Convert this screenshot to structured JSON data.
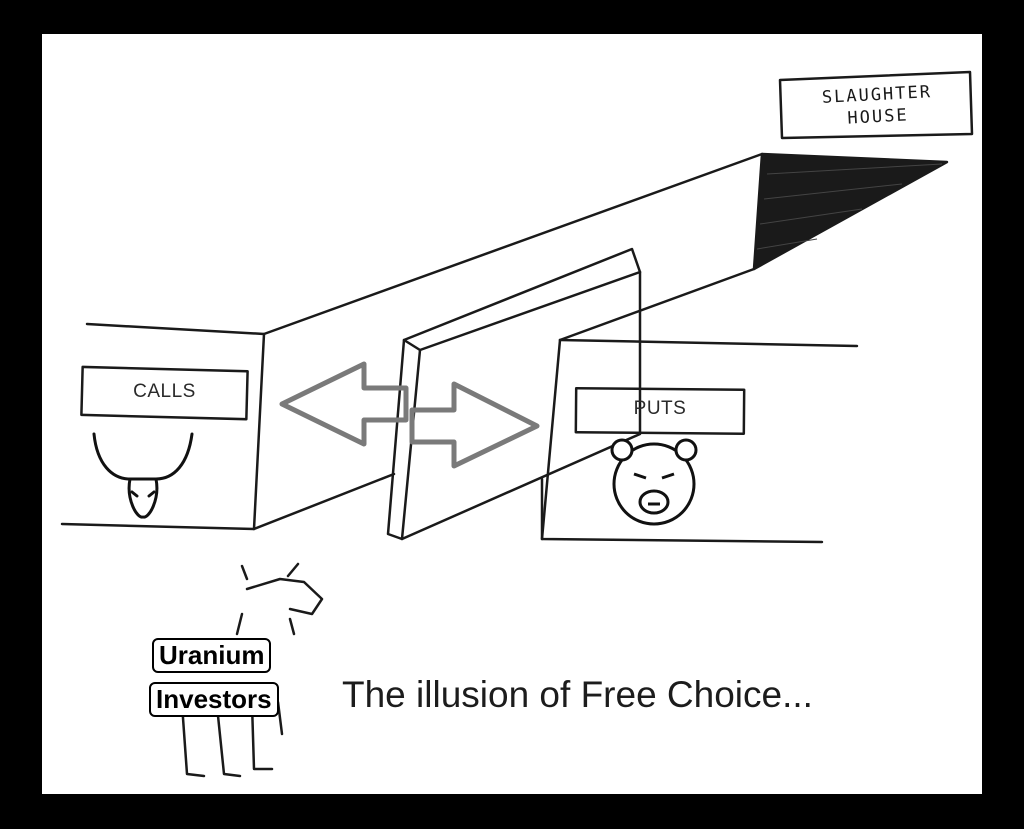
{
  "signs": {
    "slaughter_line1": "SLAUGHTER",
    "slaughter_line2": "HOUSE",
    "calls": "CALLS",
    "puts": "PUTS"
  },
  "cow_tags": {
    "line1": "Uranium",
    "line2": "Investors"
  },
  "caption": "The illusion of Free Choice...",
  "colors": {
    "frame": "#000000",
    "panel": "#ffffff",
    "arrow": "#7a7a7a"
  },
  "icons": [
    "bull-icon",
    "bear-icon",
    "double-arrow-icon",
    "cow-icon"
  ]
}
